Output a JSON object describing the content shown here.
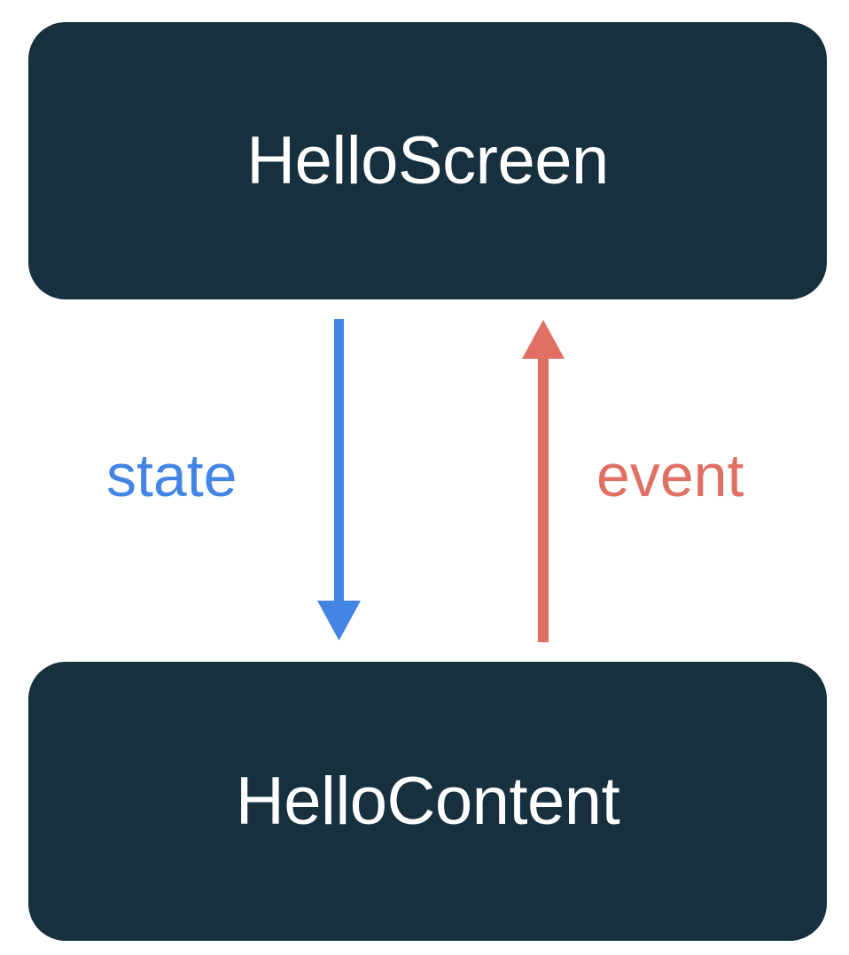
{
  "diagram": {
    "title": "HelloScreen / HelloContent state-event flow",
    "background_color": "#ffffff",
    "nodes": [
      {
        "id": "hello-screen",
        "label": "HelloScreen",
        "fill_color": "#17303E",
        "text_color": "#FFFFFF",
        "shape": "rounded-rectangle"
      },
      {
        "id": "hello-content",
        "label": "HelloContent",
        "fill_color": "#17303E",
        "text_color": "#FFFFFF",
        "shape": "rounded-rectangle"
      }
    ],
    "edges": [
      {
        "id": "state",
        "label": "state",
        "color": "#4285E4",
        "from": "hello-screen",
        "to": "hello-content",
        "direction": "down"
      },
      {
        "id": "event",
        "label": "event",
        "color": "#E07063",
        "from": "hello-content",
        "to": "hello-screen",
        "direction": "up"
      }
    ]
  }
}
